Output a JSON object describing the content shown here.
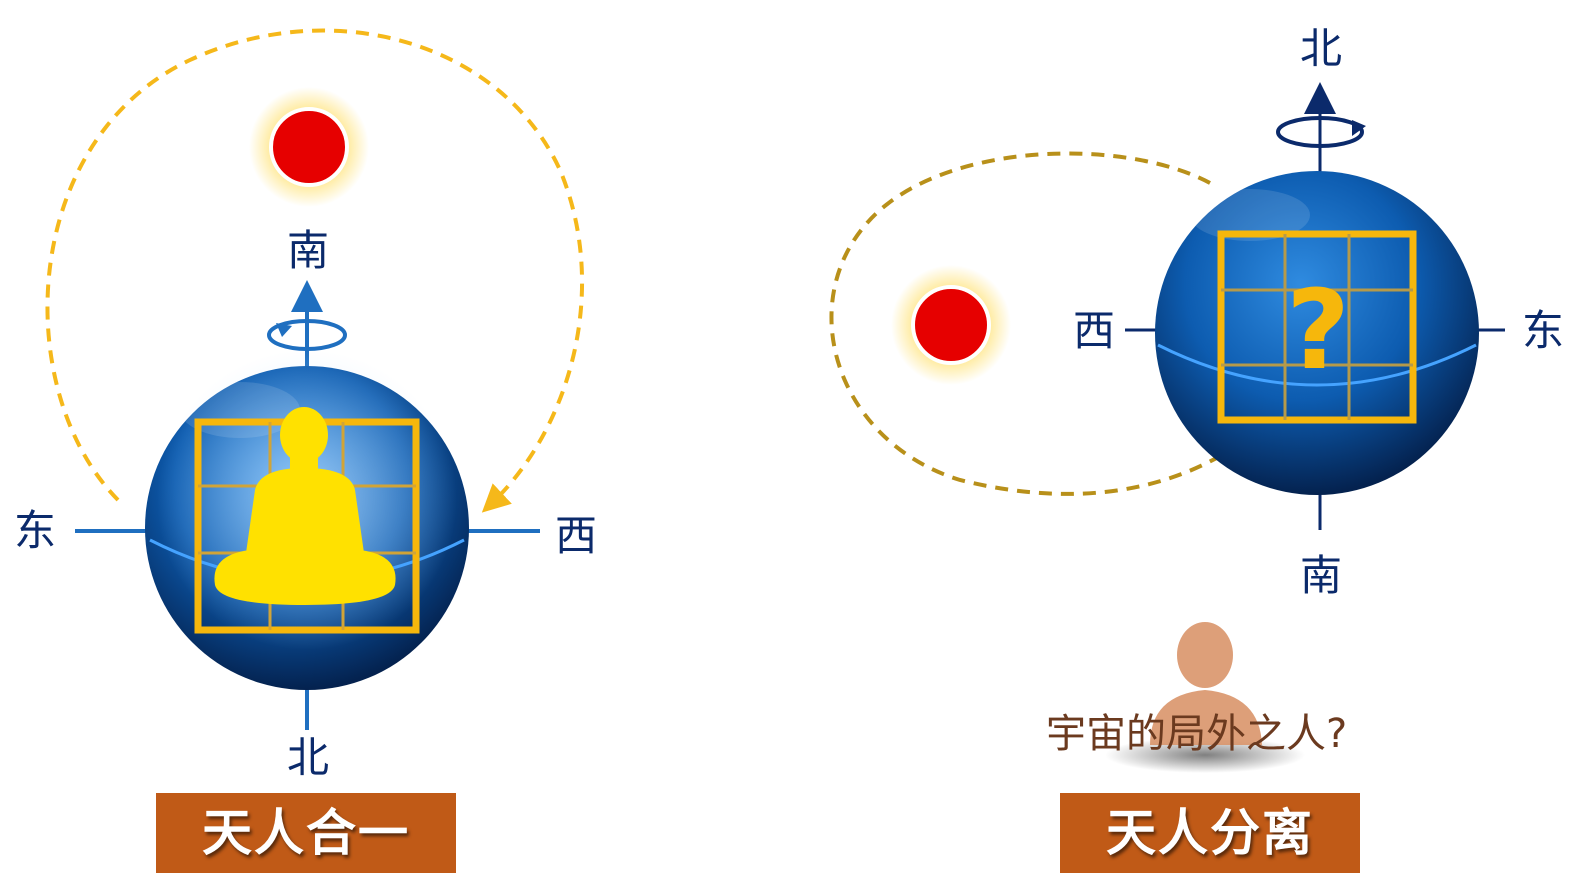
{
  "left_panel": {
    "title": "天人合一",
    "directions": {
      "top": "南",
      "bottom": "北",
      "left": "东",
      "right": "西"
    }
  },
  "right_panel": {
    "title": "天人分离",
    "directions": {
      "top": "北",
      "bottom": "南",
      "left": "西",
      "right": "东"
    },
    "question_mark": "?",
    "caption": "宇宙的局外之人?"
  },
  "colors": {
    "globe": "#0a4f9c",
    "frame": "#f6b70c",
    "sun": "#e60000",
    "axis": "#1f6fc0",
    "orbit_left": "#f5b81a",
    "orbit_right": "#b8901a",
    "title_bg": "#c05a17",
    "person_left": "#ffe100",
    "person_right": "#d9956a"
  }
}
